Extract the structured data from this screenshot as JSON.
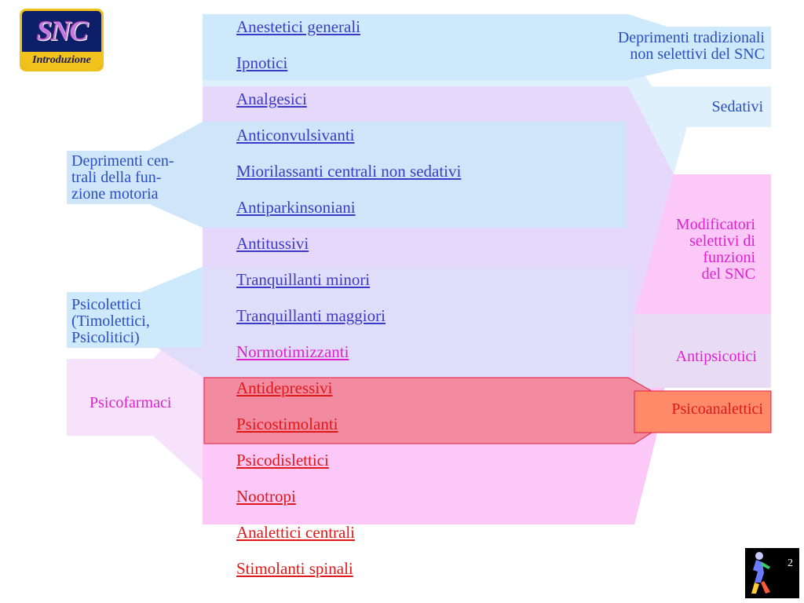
{
  "logo": {
    "title": "SNC",
    "subtitle": "Introduzione"
  },
  "drugs": [
    {
      "label": "Anestetici generali",
      "color": "#3b3bc8"
    },
    {
      "label": "Ipnotici",
      "color": "#3b3bc8"
    },
    {
      "label": "Analgesici",
      "color": "#3b3bc8"
    },
    {
      "label": "Anticonvulsivanti",
      "color": "#3b3bc8"
    },
    {
      "label": "Miorilassanti centrali non sedativi",
      "color": "#3b3bc8"
    },
    {
      "label": "Antiparkinsoniani",
      "color": "#3b3bc8"
    },
    {
      "label": "Antitussivi",
      "color": "#3b3bc8"
    },
    {
      "label": "Tranquillanti minori",
      "color": "#3b3bc8"
    },
    {
      "label": "Tranquillanti maggiori",
      "color": "#3b3bc8"
    },
    {
      "label": "Normotimizzanti",
      "color": "#e020d0"
    },
    {
      "label": "Antidepressivi",
      "color": "#e01818"
    },
    {
      "label": "Psicostimolanti",
      "color": "#e01818"
    },
    {
      "label": "Psicodislettici",
      "color": "#e01818"
    },
    {
      "label": "Nootropi",
      "color": "#e01818"
    },
    {
      "label": "Analettici centrali",
      "color": "#e01818"
    },
    {
      "label": "Stimolanti spinali",
      "color": "#e01818"
    }
  ],
  "categories": {
    "deprimenti_tradizionali": [
      "Deprimenti tradizionali",
      "non selettivi del SNC"
    ],
    "sedativi": [
      "Sedativi"
    ],
    "modificatori": [
      "Modificatori",
      "selettivi di",
      "funzioni",
      "del SNC"
    ],
    "antipsicotici": [
      "Antipsicotici"
    ],
    "psicoanalettici": [
      "Psicoanalettici"
    ],
    "deprimenti_motoria": [
      "Deprimenti cen-",
      "trali della fun-",
      "zione motoria"
    ],
    "psicolettici": [
      "Psicolettici",
      "(Timolettici,",
      "Psicolitici)"
    ],
    "psicofarmaci": [
      "Psicofarmaci"
    ]
  },
  "colors": {
    "blue_text": "#2a4fc0",
    "magenta_text": "#e020d0",
    "red_text": "#e01818",
    "light_blue": "#cde9fb",
    "lavender": "#e5d8fb",
    "pink": "#fcc8f8",
    "red_band": "#f28aa0"
  },
  "page": {
    "number": "2"
  }
}
